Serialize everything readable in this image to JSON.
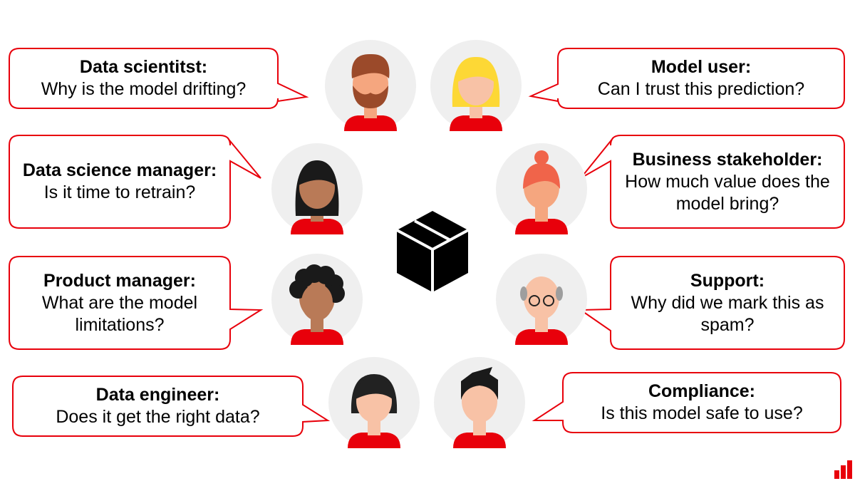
{
  "colors": {
    "accent": "#e8000b",
    "avatar_bg": "#efefef",
    "shirt": "#e8000b"
  },
  "center_icon": "box-icon",
  "logo_icon": "bar-chart-logo-icon",
  "stakeholders": [
    {
      "role": "Data scientitst:",
      "question": "Why is the model drifting?"
    },
    {
      "role": "Model user:",
      "question": "Can I trust this prediction?"
    },
    {
      "role": "Data science manager:",
      "question": "Is it time to retrain?"
    },
    {
      "role": "Business stakeholder:",
      "question": "How much value does the model bring?"
    },
    {
      "role": "Product manager:",
      "question": "What are the model limitations?"
    },
    {
      "role": "Support:",
      "question": "Why did we mark this as spam?"
    },
    {
      "role": "Data engineer:",
      "question": "Does it get the right data?"
    },
    {
      "role": "Compliance:",
      "question": "Is this model safe to use?"
    }
  ]
}
